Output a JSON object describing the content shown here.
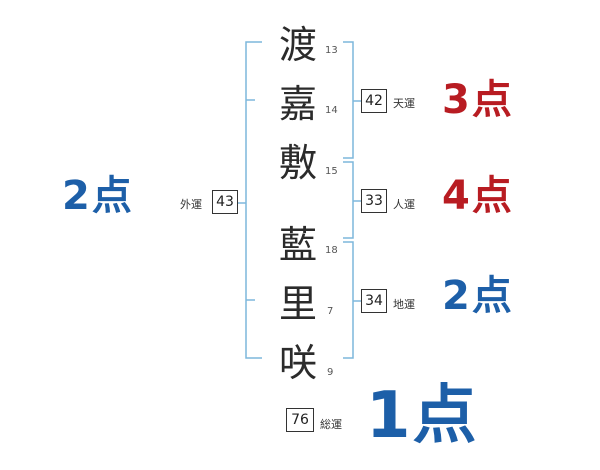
{
  "name_chars": [
    {
      "char": "渡",
      "strokes": "13"
    },
    {
      "char": "嘉",
      "strokes": "14"
    },
    {
      "char": "敷",
      "strokes": "15"
    },
    {
      "char": "藍",
      "strokes": "18"
    },
    {
      "char": "里",
      "strokes": "7"
    },
    {
      "char": "咲",
      "strokes": "9"
    }
  ],
  "fortunes": {
    "ten": {
      "label": "天運",
      "value": "42",
      "score": "3点",
      "color": "#b81c22"
    },
    "jin": {
      "label": "人運",
      "value": "33",
      "score": "4点",
      "color": "#b81c22"
    },
    "chi": {
      "label": "地運",
      "value": "34",
      "score": "2点",
      "color": "#1d5fa8"
    },
    "gai": {
      "label": "外運",
      "value": "43",
      "score": "2点",
      "color": "#1d5fa8"
    },
    "sou": {
      "label": "総運",
      "value": "76",
      "score": "1点",
      "color": "#1d5fa8"
    }
  },
  "colors": {
    "bracket": "#7db7dc"
  }
}
